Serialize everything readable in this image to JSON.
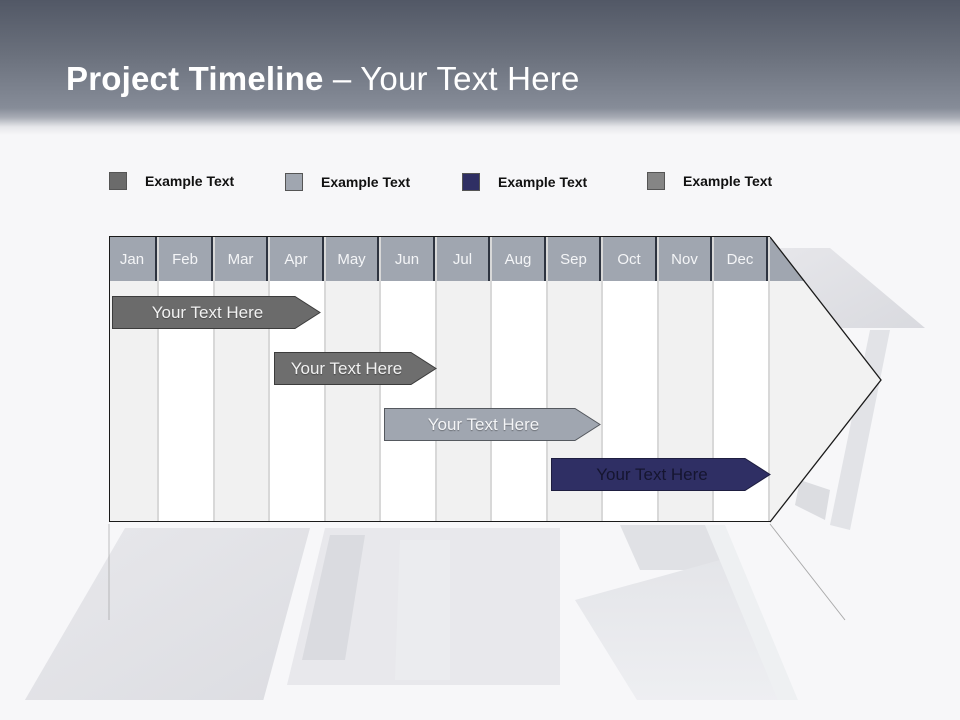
{
  "header": {
    "title_bold": "Project Timeline",
    "title_rest": " – Your Text Here"
  },
  "legend": [
    {
      "label": "Example Text",
      "color": "#6b6b6b"
    },
    {
      "label": "Example Text",
      "color": "#a0a6b0"
    },
    {
      "label": "Example Text",
      "color": "#2f2f64"
    },
    {
      "label": "Example Text",
      "color": "#858585"
    }
  ],
  "timeline": {
    "months": [
      "Jan",
      "Feb",
      "Mar",
      "Apr",
      "May",
      "Jun",
      "Jul",
      "Aug",
      "Sep",
      "Oct",
      "Nov",
      "Dec"
    ],
    "header_color": "#a0a6b0",
    "bars": [
      {
        "label": "Your  Text Here",
        "color": "#6b6b6b",
        "text_color": "#f2f2f2"
      },
      {
        "label": "Your  Text Here",
        "color": "#6e6e6e",
        "text_color": "#f2f2f2"
      },
      {
        "label": "Your  Text Here",
        "color": "#a0a6b0",
        "text_color": "#f4f5f7"
      },
      {
        "label": "Your  Text Here",
        "color": "#2f2f64",
        "text_color": "#151530"
      }
    ]
  }
}
